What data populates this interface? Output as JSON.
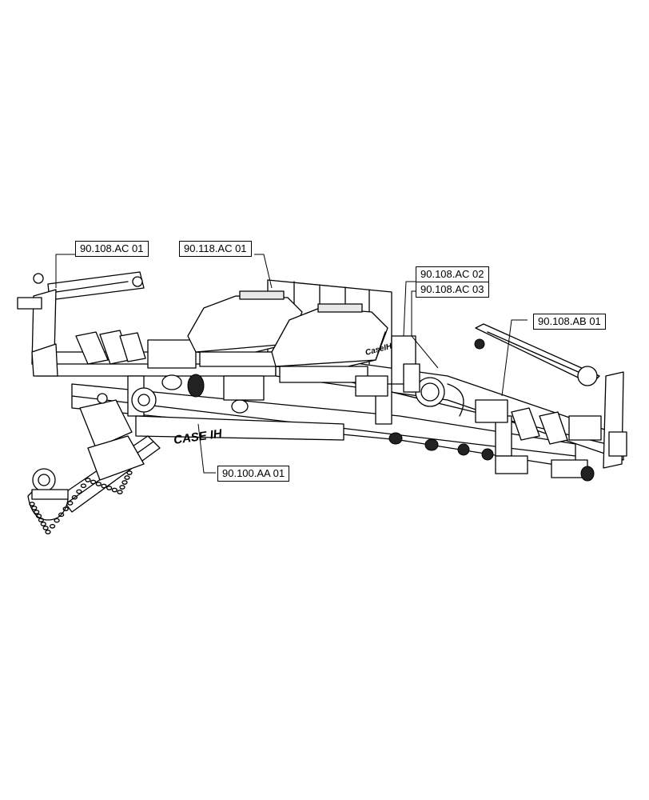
{
  "callouts": {
    "c1": "90.108.AC 01",
    "c2": "90.118.AC 01",
    "c3a": "90.108.AC 02",
    "c3b": "90.108.AC 03",
    "c4": "90.108.AB 01",
    "c5": "90.100.AA 01"
  },
  "brand": {
    "toolbar_logo": "CASE IH",
    "hopper_logo": "CaseIH"
  }
}
